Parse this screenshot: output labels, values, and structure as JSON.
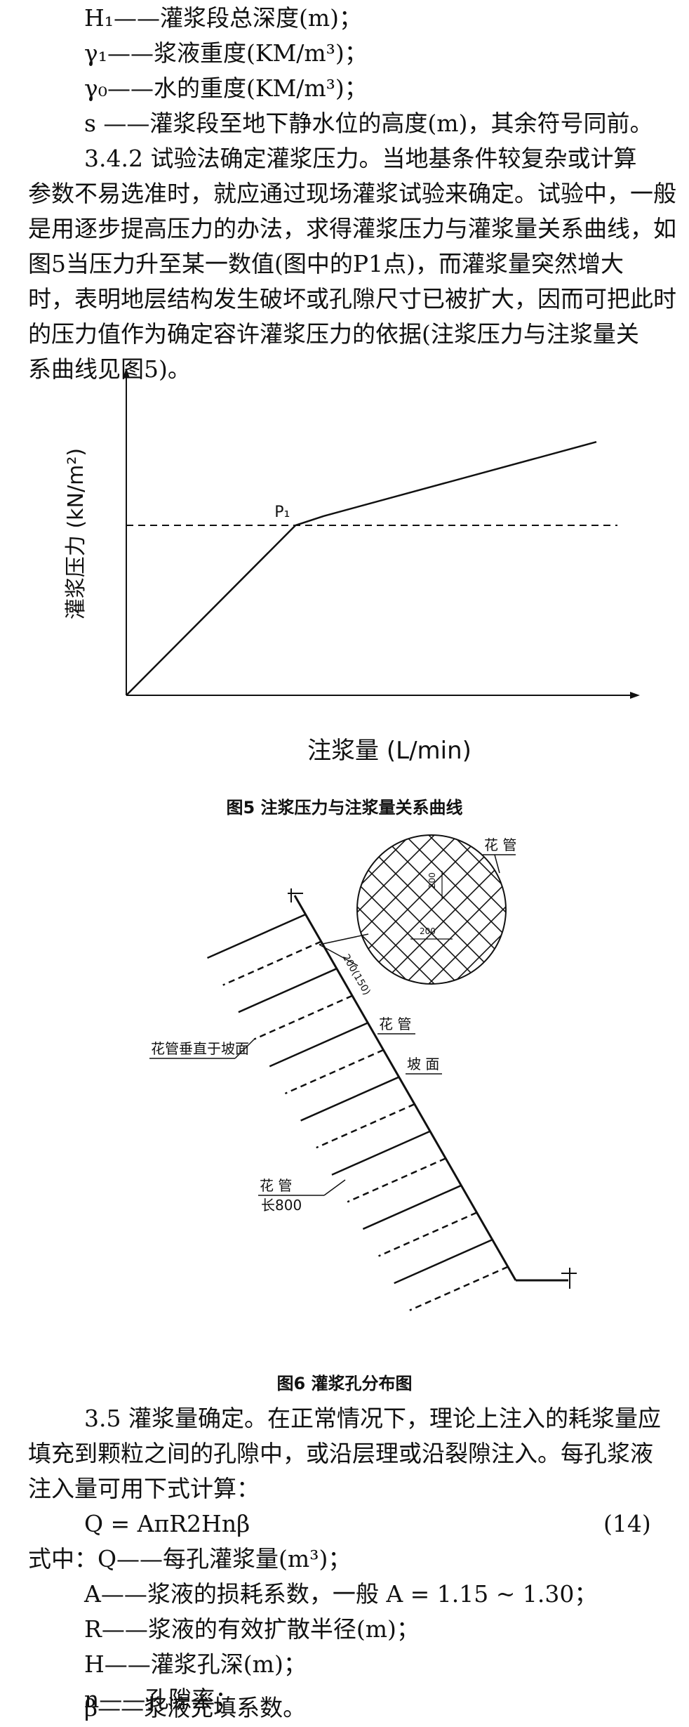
{
  "defs_top": [
    "H₁——灌浆段总深度(m)；",
    "γ₁——浆液重度(KM/m³)；",
    "γ₀——水的重度(KM/m³)；",
    "s ——灌浆段至地下静水位的高度(m)，其余符号同前。"
  ],
  "section_342": [
    "3.4.2  试验法确定灌浆压力。当地基条件较复杂或计算",
    "参数不易选准时，就应通过现场灌浆试验来确定。试验中，一般",
    "是用逐步提高压力的办法，求得灌浆压力与灌浆量关系曲线，如",
    "图5当压力升至某一数值(图中的P1点)，而灌浆量突然增大",
    "时，表明地层结构发生破坏或孔隙尺寸已被扩大，因而可把此时",
    "的压力值作为确定容许灌浆压力的依据(注浆压力与注浆量关",
    "系曲线见图5)。"
  ],
  "chart_data": {
    "type": "line",
    "title": "",
    "xlabel": "注浆量 (L/min)",
    "ylabel": "灌浆压力 (kN/m²)",
    "x_ticks": [],
    "y_ticks": [],
    "xlim": [
      0,
      1.0
    ],
    "ylim": [
      0,
      1.0
    ],
    "grid": false,
    "series": [
      {
        "x": [
          0.0,
          0.36,
          0.42,
          1.0
        ],
        "y": [
          0.0,
          0.55,
          0.58,
          0.82
        ]
      }
    ],
    "reference_line": {
      "y": 0.55,
      "style": "dashed"
    },
    "point_label": {
      "text": "P₁",
      "x": 0.36,
      "y": 0.55
    }
  },
  "fig5_caption": "图5   注浆压力与注浆量关系曲线",
  "fig6": {
    "label_flower_pipe": "花 管",
    "label_flower_pipe_top": "花 管",
    "label_perpendicular": "花管垂直于坡面",
    "label_slope": "坡 面",
    "label_pipe_bottom": "花   管",
    "label_length": "长800",
    "label_spacing": "200(150)",
    "label_mesh_v": "200",
    "label_mesh_h": "200"
  },
  "fig6_caption": "图6   灌浆孔分布图",
  "section_35": [
    "3.5  灌浆量确定。在正常情况下，理论上注入的耗浆量应",
    "填充到颗粒之间的孔隙中，或沿层理或沿裂隙注入。每孔浆液",
    "注入量可用下式计算："
  ],
  "formula": "Q = AπR2Hnβ",
  "formula_number": "(14)",
  "defs_bottom": [
    "式中：Q——每孔灌浆量(m³)；",
    "A——浆液的损耗系数，一般 A = 1.15 ~ 1.30；",
    "R——浆液的有效扩散半径(m)；",
    "H——灌浆孔深(m)；",
    "n——孔隙率；",
    "β——浆液充填系数。"
  ]
}
